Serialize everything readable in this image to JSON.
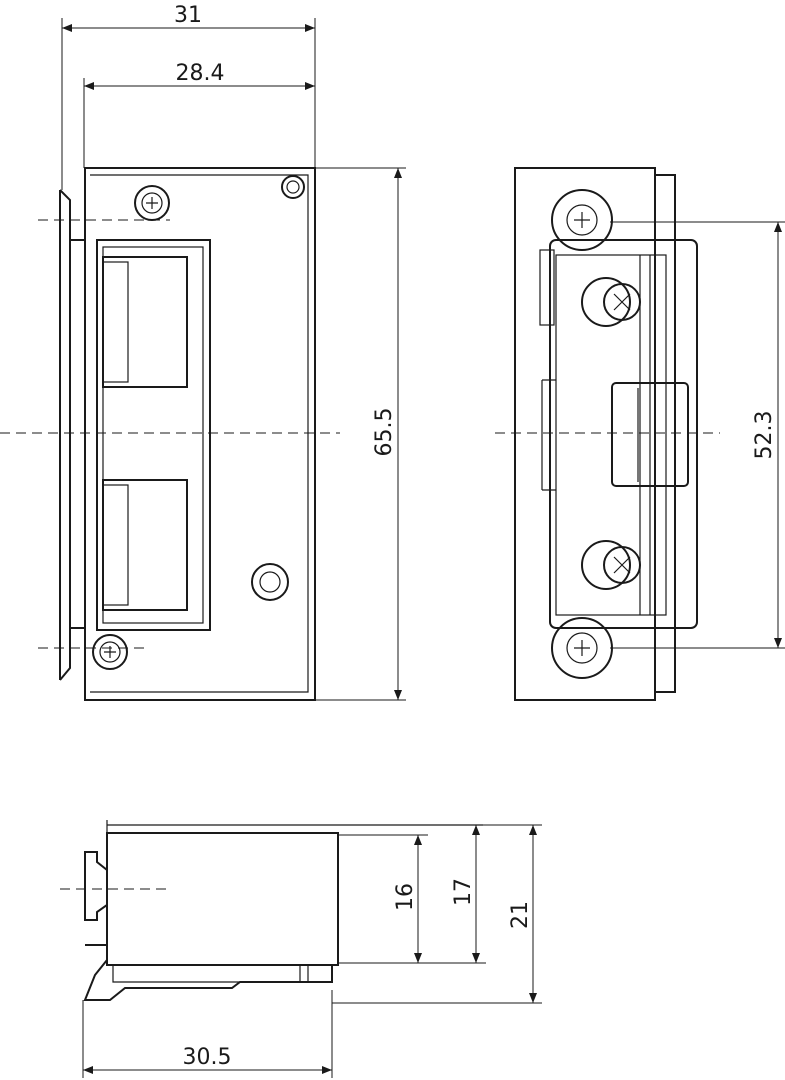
{
  "dimensions": {
    "front_width_total": "31",
    "front_width_plate": "28.4",
    "front_height": "65.5",
    "side_screw_spacing": "52.3",
    "bottom_height_inner": "16",
    "bottom_height_body": "17",
    "bottom_height_total": "21",
    "bottom_width": "30.5"
  }
}
